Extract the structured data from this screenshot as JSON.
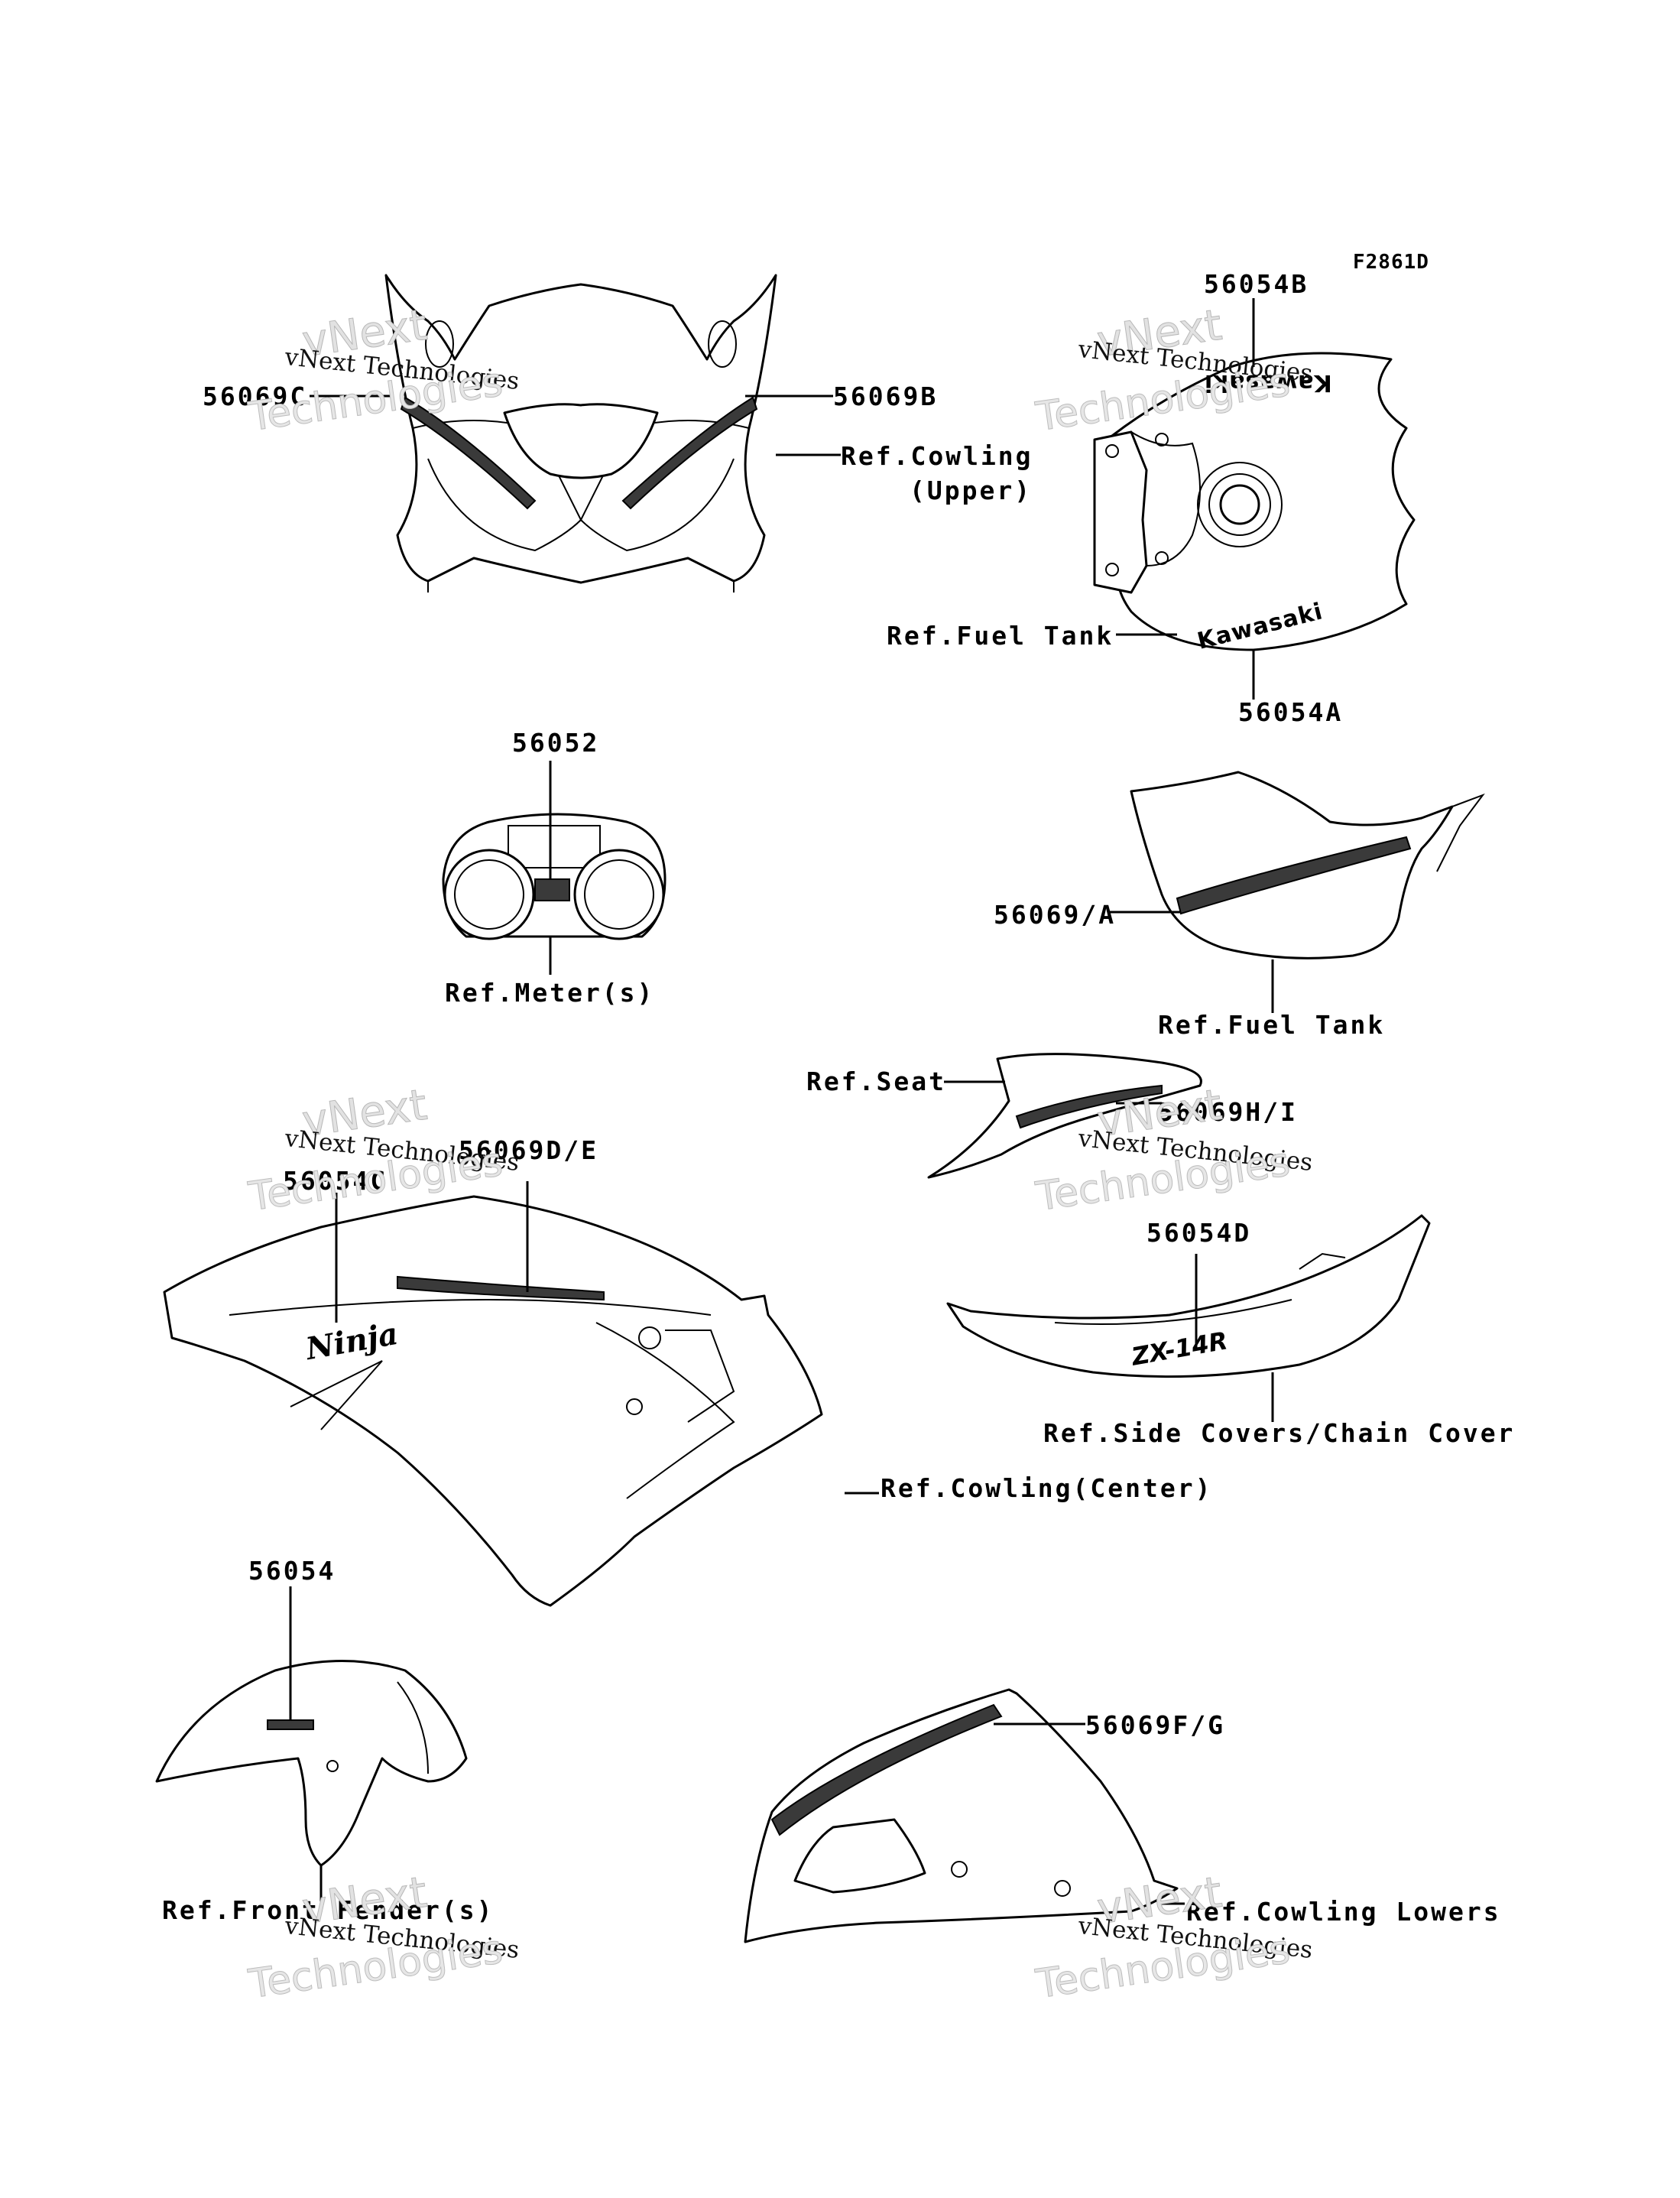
{
  "diagram_id": "F2861D",
  "watermark": {
    "line1": "vNext Technologies",
    "line2": "vNext",
    "line3": "Technologies"
  },
  "labels": {
    "p56069c": "56069C",
    "p56069b": "56069B",
    "ref_cowling_upper_1": "Ref.Cowling",
    "ref_cowling_upper_2": "(Upper)",
    "p56054b": "56054B",
    "ref_fuel_tank_top": "Ref.Fuel Tank",
    "p56054a": "56054A",
    "p56052": "56052",
    "ref_meters": "Ref.Meter(s)",
    "p56069a": "56069/A",
    "ref_fuel_tank_side": "Ref.Fuel Tank",
    "ref_seat": "Ref.Seat",
    "p56069hi": "56069H/I",
    "p56069de": "56069D/E",
    "p56054c": "56054C",
    "p56054d": "56054D",
    "ref_side_covers": "Ref.Side Covers/Chain Cover",
    "ref_cowling_center": "Ref.Cowling(Center)",
    "p56054": "56054",
    "ref_front_fender": "Ref.Front Fender(s)",
    "p56069fg": "56069F/G",
    "ref_cowling_lowers": "Ref.Cowling Lowers"
  },
  "decals": {
    "kawasaki": "Kawasaki",
    "ninja": "Ninja",
    "zx": "ZX-14R"
  }
}
